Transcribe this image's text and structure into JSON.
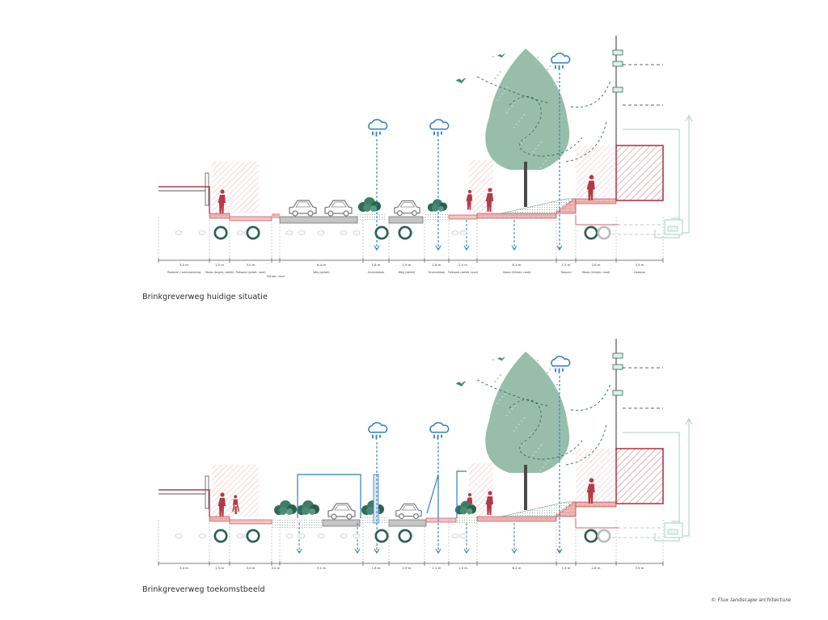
{
  "top": {
    "caption": "Brinkgreverweg huidige situatie",
    "dims": [
      "3,0 m",
      "1,5 m",
      "3,0 m",
      "",
      "6,4 m",
      "1,8 m",
      "2,9 m",
      "1,8 m",
      "2,0 m",
      "6,1 m",
      "1,5 m",
      "2,6 m",
      "3,5 m"
    ],
    "labels": [
      "Parkeren / ommzonering",
      "Stoep (tegels, asfalt)",
      "Fietspad (asfalt, rood)",
      "Klinker, rood",
      "Weg (asfalt)",
      "Groenstrook",
      "Weg (asfalt)",
      "Groenstrook",
      "Fietspad (asfalt, rood)",
      "Stoep (klinker, rood)",
      "Trappen",
      "Stoep (klinker, rood)",
      "Gebouw"
    ]
  },
  "bottom": {
    "caption": "Brinkgreverweg toekomstbeeld",
    "dims": [
      "3,0 m",
      "1,5 m",
      "3,0 m",
      "3,0 m",
      "3,1 m",
      "1,8 m",
      "2,9 m",
      "2,1 m",
      "1,5 m",
      "6,2 m",
      "1,5 m",
      "2,8 m",
      "3,5 m"
    ]
  },
  "credit": "© Flux landscape architecture",
  "colors": {
    "accent_red": "#b33a4a",
    "hatch_red": "#e9a7a4",
    "tree_green": "#8fb9a4",
    "dark_green": "#2f6b57",
    "water_blue": "#2f7ec2",
    "grey": "#9a9a9a"
  },
  "icons": [
    "cloud-rain-icon",
    "bird-icon",
    "pedestrian-icon",
    "cyclist-icon",
    "car-icon",
    "tree-icon",
    "pipe-icon"
  ]
}
